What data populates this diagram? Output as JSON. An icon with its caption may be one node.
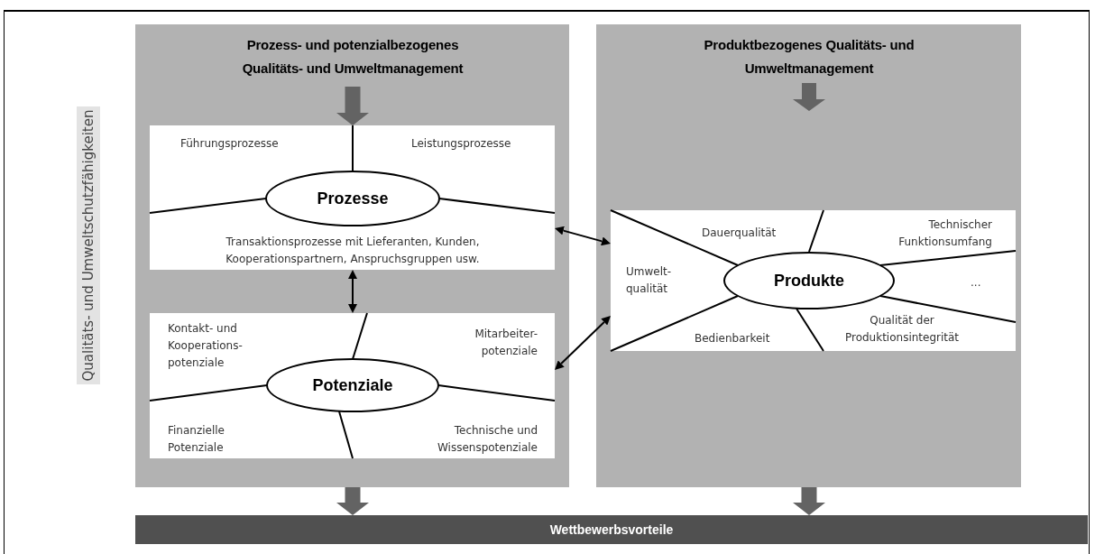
{
  "diagram": {
    "nodes": [
      {
        "text": [
          "Prozess- und potenzialbezogenes Qualitäts- und Umweltmanagement"
        ]
      },
      {
        "text": [
          "Führungsprozesse",
          "Leistungsprozesse",
          "Transaktionsprozesse mit Lieferanten, Kunden, Kooperationspartnern, Anspruchsgruppen usw."
        ],
        "in": 0
      },
      {
        "text": [
          "Prozesse"
        ],
        "in": 1
      },
      {
        "text": [
          "Kontakt- und Kooperations-potenziale",
          "Mitarbeiter-potenziale",
          "Finanzielle Potenziale",
          "Technische und Wissenspotenziale"
        ],
        "in": 0
      },
      {
        "text": [
          "Potenziale"
        ],
        "in": 3
      },
      {
        "text": [
          "Produktbezogenes Qualitäts- und Umweltmanagement"
        ]
      },
      {
        "text": [
          "Dauerqualität",
          "Technischer Funktionsumfang",
          "Umwelt-qualität",
          "...",
          "Bedienbarkeit",
          "Qualität der Produktionsintegrität"
        ],
        "in": 5
      },
      {
        "text": [
          "Produkte"
        ],
        "in": 6
      },
      {
        "text": [
          "Wettbewerbsvorteile"
        ]
      },
      {
        "text": [
          "Qualitäts- und Umweltschutzfähigkeiten"
        ]
      }
    ],
    "edges": [
      {
        "from": null,
        "to": 1,
        "arrow": "to",
        "style": "thick",
        "color": "#636363"
      },
      {
        "from": 1,
        "to": 3,
        "arrow": "both",
        "color": "#000000"
      },
      {
        "from": 1,
        "to": 6,
        "arrow": "both",
        "color": "#000000"
      },
      {
        "from": 3,
        "to": 6,
        "arrow": "both",
        "color": "#000000"
      },
      {
        "from": 0,
        "to": 8,
        "arrow": "to",
        "style": "thick",
        "color": "#636363"
      },
      {
        "from": 5,
        "to": 8,
        "arrow": "to",
        "style": "thick",
        "color": "#636363"
      }
    ]
  }
}
